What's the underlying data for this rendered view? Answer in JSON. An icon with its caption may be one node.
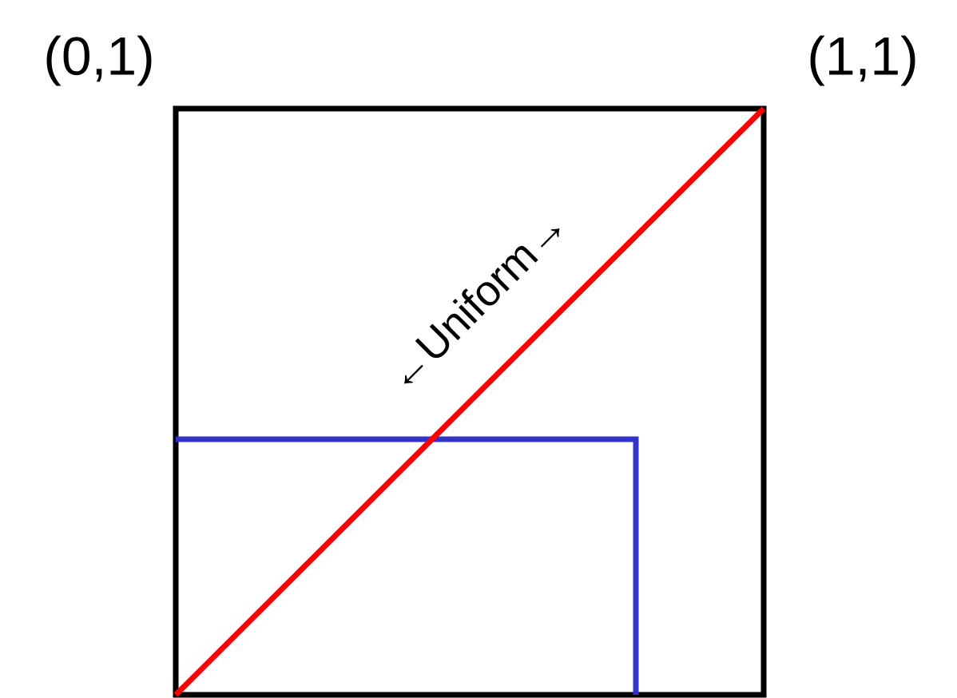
{
  "diagram": {
    "labels": [
      "(0,1)",
      "(1,1)",
      "←Uniform→"
    ]
  }
}
